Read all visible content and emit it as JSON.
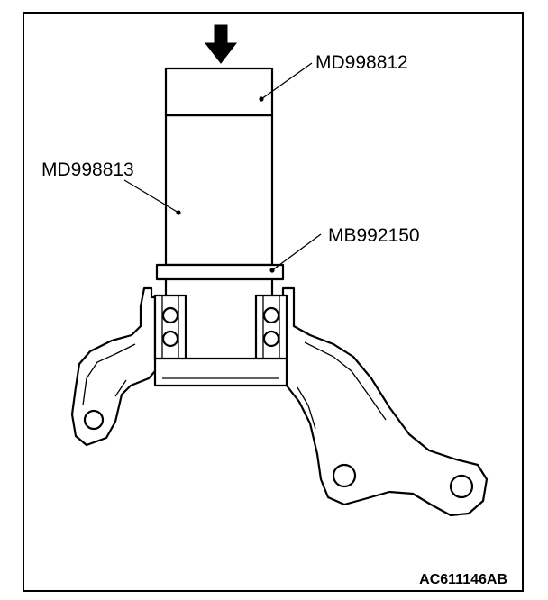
{
  "labels": {
    "tool_top": "MD998812",
    "tool_body": "MD998813",
    "tool_ring": "MB992150"
  },
  "figure_code": "AC611146AB",
  "colors": {
    "ink": "#000000",
    "background": "#ffffff"
  }
}
